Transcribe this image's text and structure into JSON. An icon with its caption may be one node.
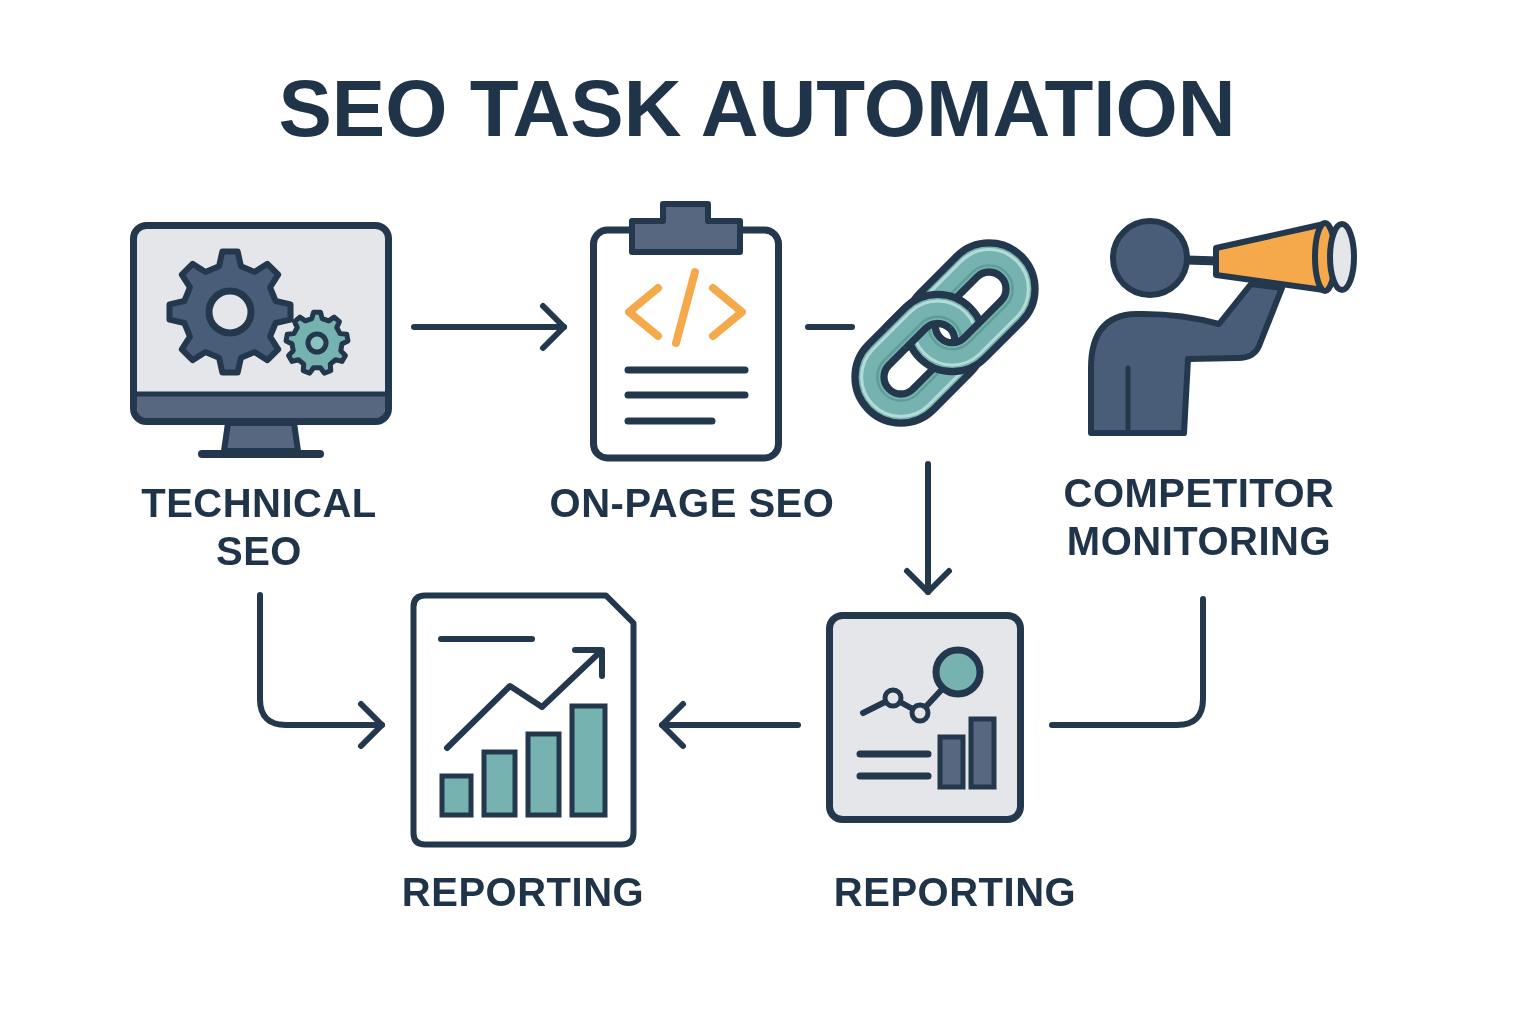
{
  "diagram": {
    "title": "SEO TASK AUTOMATION",
    "nodes": [
      {
        "text": [
          "TECHNICAL SEO"
        ]
      },
      {
        "text": [
          "ON-PAGE SEO"
        ]
      },
      {
        "text": [],
        "shape": "picture"
      },
      {
        "text": [
          "COMPETITOR MONITORING"
        ]
      },
      {
        "text": [
          "REPORTING"
        ]
      },
      {
        "text": [
          "REPORTING"
        ]
      }
    ],
    "edges": [
      {
        "from": 0,
        "to": 1,
        "arrow": "to"
      },
      {
        "from": 1,
        "to": 2,
        "arrow": "none"
      },
      {
        "from": 2,
        "to": 5,
        "arrow": "to"
      },
      {
        "from": 0,
        "to": 4,
        "arrow": "to"
      },
      {
        "from": 3,
        "to": 5,
        "arrow": "none"
      },
      {
        "from": 5,
        "to": 4,
        "arrow": "to"
      }
    ]
  }
}
